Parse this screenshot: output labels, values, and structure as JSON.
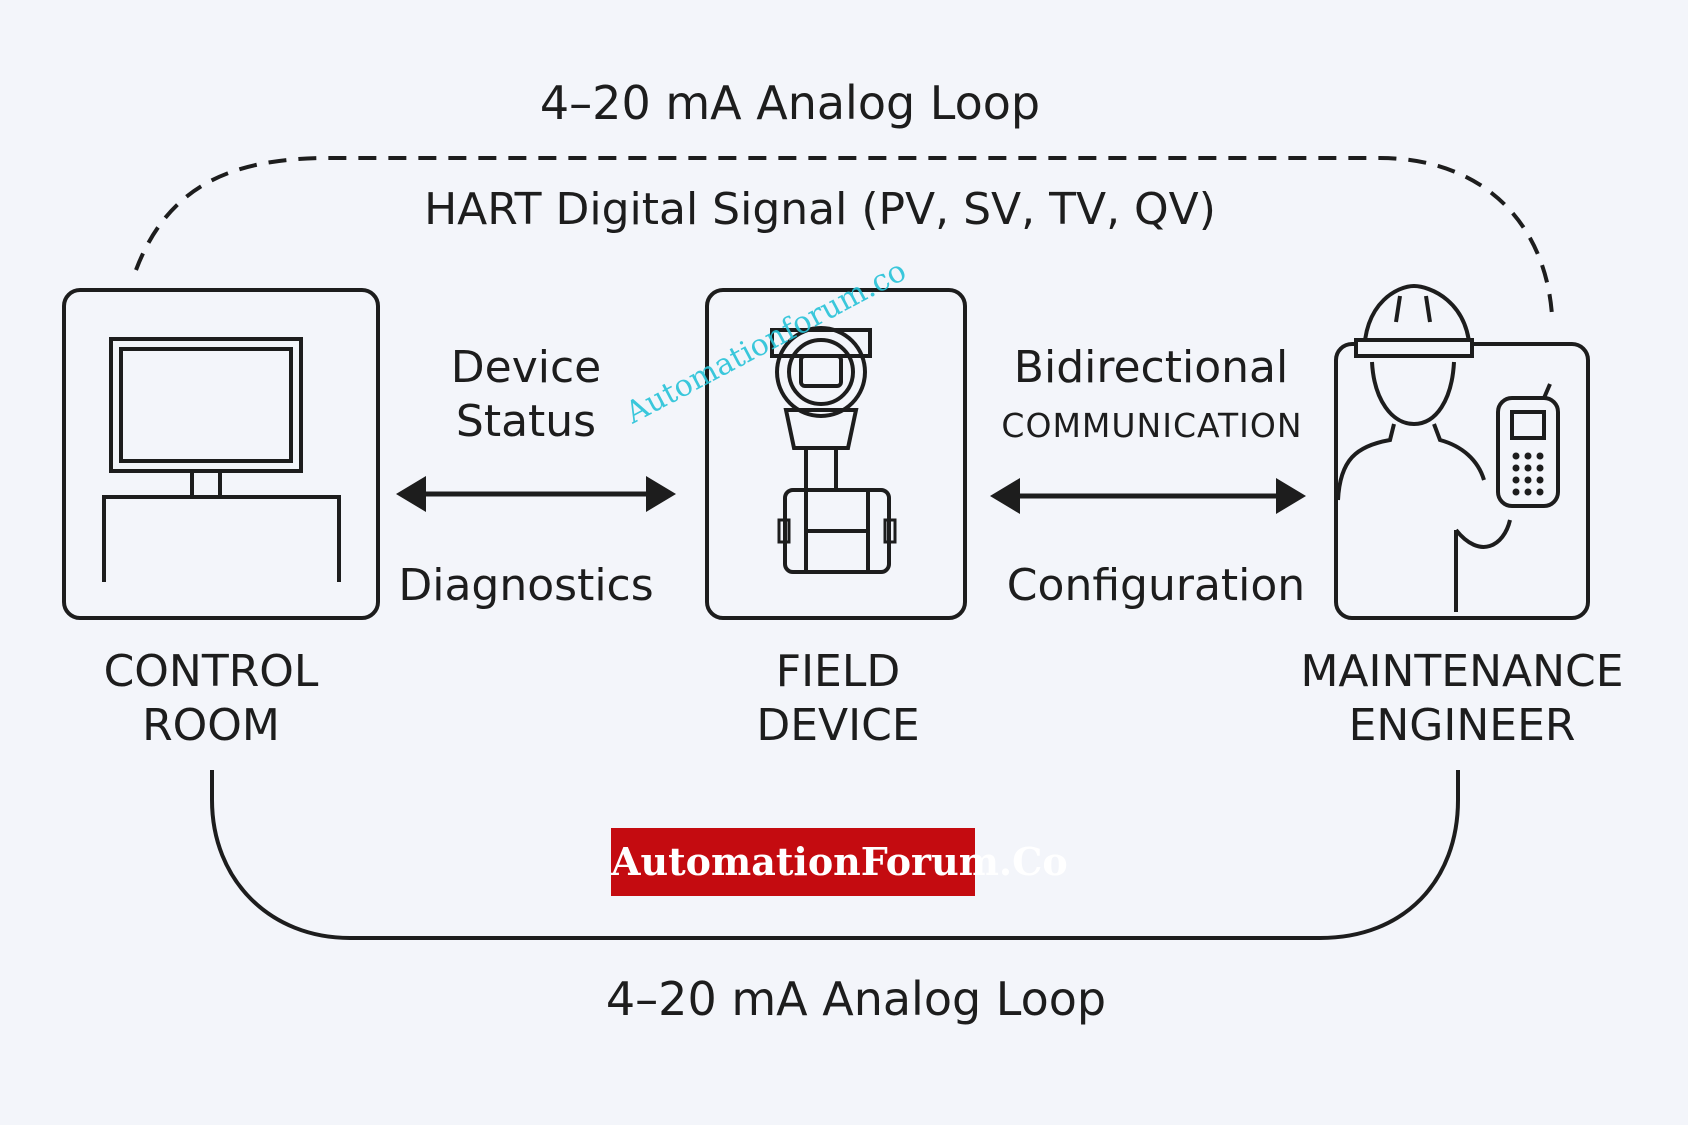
{
  "top_loop_label": "4–20 mA Analog Loop",
  "hart_label": "HART Digital Signal (PV, SV, TV, QV)",
  "left_link": {
    "top_line1": "Device",
    "top_line2": "Status",
    "bottom": "Diagnostics"
  },
  "right_link": {
    "top_line1": "Bidirectional",
    "top_line2": "COMMUNICATION",
    "bottom": "Configuration"
  },
  "nodes": {
    "control_room": {
      "line1": "CONTROL",
      "line2": "ROOM"
    },
    "field_device": {
      "line1": "FIELD",
      "line2": "DEVICE"
    },
    "maintenance_engineer": {
      "line1": "MAINTENANCE",
      "line2": "ENGINEER"
    }
  },
  "bottom_loop_label": "4–20 mA Analog Loop",
  "logo_text": "AutomationForum.Co",
  "watermark_text": "Automationforum.co",
  "colors": {
    "background": "#f3f5fa",
    "stroke": "#1d1d1d",
    "logo_bg": "#c40b10",
    "watermark": "#27c3d8"
  }
}
